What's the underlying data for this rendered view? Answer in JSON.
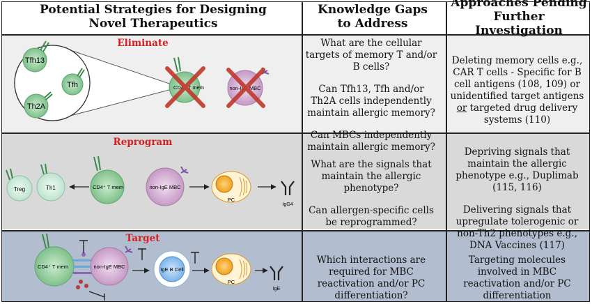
{
  "headers": {
    "col1": "Potential Strategies for Designing Novel Therapeutics",
    "col2": "Knowledge Gaps to Address",
    "col3": "Approaches Pending Further Investigation"
  },
  "rows": [
    {
      "label": "Eliminate",
      "cells": {
        "tfh13": "Tfh13",
        "tfh": "Tfh",
        "th2a": "Th2A",
        "cd4": "CD4⁺ T mem",
        "nonige": "non-IgE MBC"
      },
      "gaps": [
        "What are the cellular targets of memory T and/or B cells?",
        "Can Tfh13, Tfh and/or Th2A cells independently maintain allergic memory?",
        "Can MBCs independently maintain allergic memory?"
      ],
      "approaches_pre": "Deleting memory cells e.g., CAR T cells - Specific for B cell antigens (108, 109) or unidentified target antigens ",
      "approaches_or": "or",
      "approaches_post": " targeted drug delivery systems (110)"
    },
    {
      "label": "Reprogram",
      "cells": {
        "treg": "Treg",
        "th1": "Th1",
        "cd4": "CD4⁺ T mem",
        "nonige": "non-IgE MBC",
        "pc": "PC",
        "igg4": "IgG4"
      },
      "gaps": [
        "What are the signals that maintain the allergic phenotype?",
        "Can allergen-specific cells be reprogrammed?"
      ],
      "approaches": [
        "Depriving signals that maintain the allergic phenotype e.g., Duplimab (115, 116)",
        "Delivering signals that upregulate tolerogenic or non-Th2 phenotypes e.g., DNA Vaccines (117)"
      ]
    },
    {
      "label": "Target",
      "cells": {
        "cd4": "CD4⁺ T mem",
        "nonige": "non-IgE MBC",
        "igeb": "IgE B Cell",
        "pc": "PC",
        "ige": "IgE"
      },
      "gaps": [
        "Which interactions are required for MBC reactivation and/or PC differentiation?"
      ],
      "approaches": [
        "Targeting molecules involved in MBC reactivation and/or PC differentiation"
      ]
    }
  ],
  "colors": {
    "row1_bg": "#efefef",
    "row2_bg": "#d9d9d9",
    "row3_bg": "#b3bdd0",
    "tcell": "#8fcc99",
    "bcell": "#d8b4d8",
    "cross": "#c0392b",
    "pc": "#f5a623",
    "label_red": "#d42020"
  }
}
